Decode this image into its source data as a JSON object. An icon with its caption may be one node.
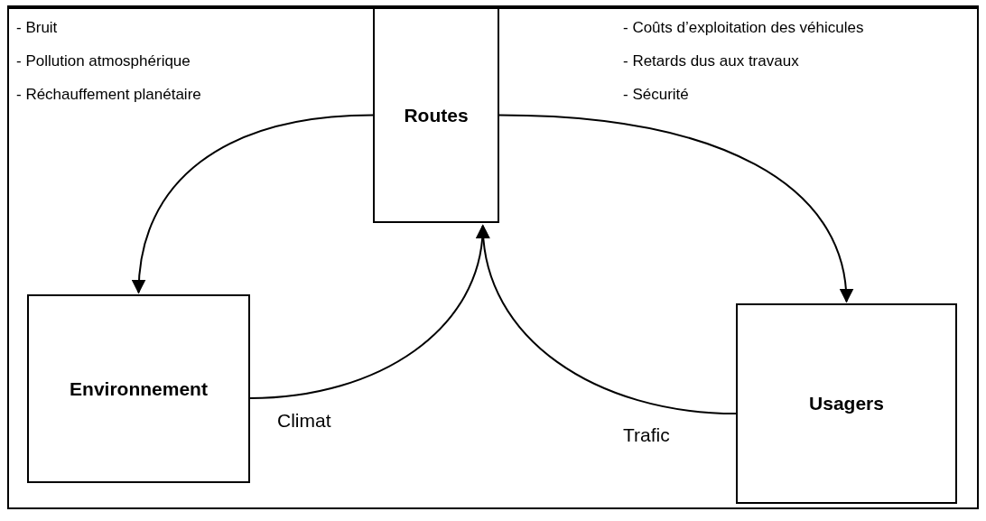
{
  "diagram": {
    "nodes": [
      {
        "text": [
          "Routes"
        ]
      },
      {
        "text": [
          "Environnement"
        ]
      },
      {
        "text": [
          "Usagers"
        ]
      }
    ],
    "edges": [
      {
        "from": 0,
        "to": 1,
        "arrow": "to"
      },
      {
        "from": 0,
        "to": 2,
        "arrow": "to"
      },
      {
        "from": 1,
        "to": 0,
        "arrow": "to",
        "label": "Climat"
      },
      {
        "from": 2,
        "to": 0,
        "arrow": "to",
        "label": "Trafic"
      }
    ],
    "labels": [
      "- Bruit",
      "- Pollution atmosphérique",
      "- Réchauffement planétaire",
      "- Coûts d’exploitation des véhicules",
      "- Retards dus aux travaux",
      "- Sécurité"
    ]
  }
}
